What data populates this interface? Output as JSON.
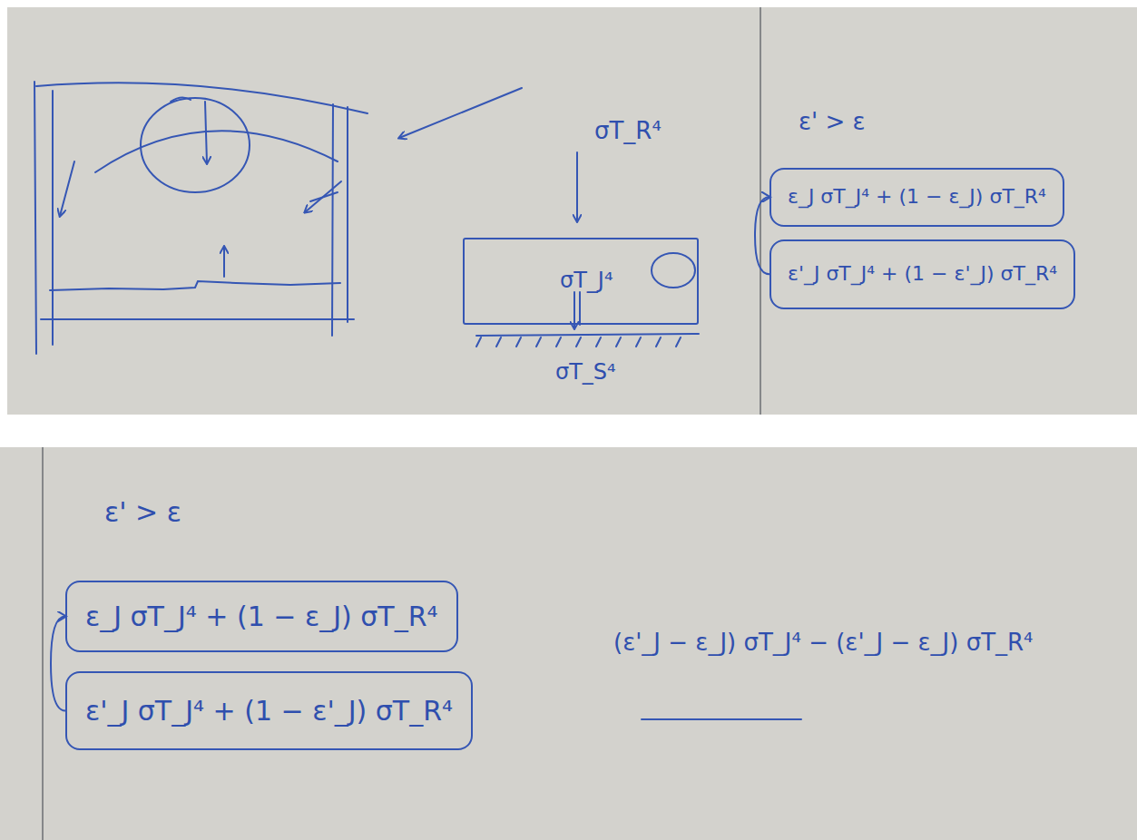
{
  "diagram": {
    "nodes": [
      {
        "text": [
          "σT_J⁴"
        ]
      },
      {
        "text": [
          "ε_J σT_J⁴ + (1 − ε_J) σT_R⁴"
        ]
      },
      {
        "text": [
          "ε'_J σT_J⁴ + (1 − ε'_J) σT_R⁴"
        ]
      },
      {
        "text": [
          "ε_J σT_J⁴ + (1 − ε_J) σT_R⁴"
        ]
      },
      {
        "text": [
          "ε'_J σT_J⁴ + (1 − ε'_J) σT_R⁴"
        ]
      }
    ],
    "edges": [
      {
        "from": 2,
        "to": 1,
        "arrow": "to"
      },
      {
        "from": 4,
        "to": 3,
        "arrow": "to"
      }
    ],
    "labels": [
      "σT_R⁴",
      "σT_S⁴",
      "ε' > ε",
      "ε' > ε",
      "(ε'_J − ε_J) σT_J⁴ − (ε'_J − ε_J) σT_R⁴"
    ]
  }
}
